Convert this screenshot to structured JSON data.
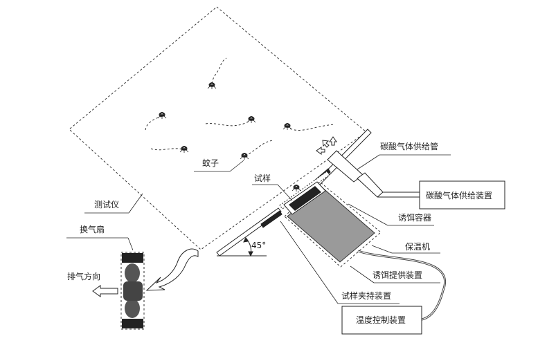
{
  "labels": {
    "tester": "测试仪",
    "fan": "换气扇",
    "exhaust": "排气方向",
    "mosquito": "蚊子",
    "sample": "试样",
    "co2_pipe": "碳酸气体供给管",
    "co2_device": "碳酸气体供给装置",
    "bait_container": "诱饵容器",
    "warmer": "保温机",
    "bait_device": "诱饵提供装置",
    "sample_holder": "试样夹持装置",
    "temp_control": "温度控制装置",
    "angle": "45°"
  },
  "colors": {
    "line": "#222222",
    "bait_fill": "#9a9a9a",
    "dark": "#222222",
    "blade": "#555555"
  },
  "icons": [
    "mosquito-icon",
    "fan-icon",
    "arrow-left-icon",
    "curved-arrow-icon"
  ]
}
